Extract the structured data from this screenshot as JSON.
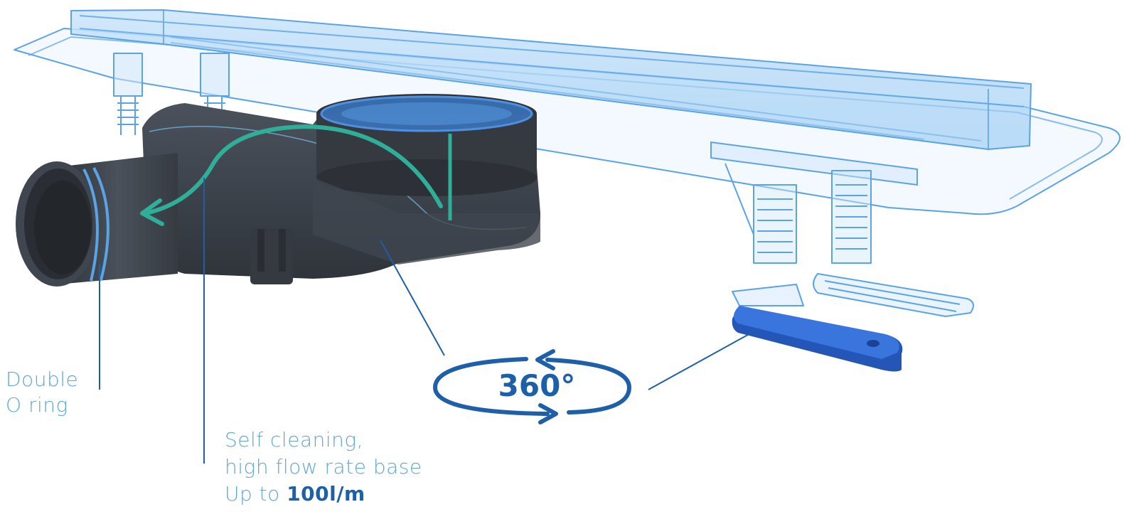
{
  "labels": {
    "double_o_ring": [
      "Double",
      "O ring"
    ],
    "self_cleaning": {
      "line1": "Self cleaning,",
      "line2": "high flow rate base",
      "line3_prefix": "Up to ",
      "line3_value": "100l/m"
    },
    "rotation": "360°"
  },
  "colors": {
    "label_text": "#5fa8d8",
    "accent_blue": "#1d5fa8",
    "ghost_blue": "#8cc4f0",
    "ghost_stroke": "#5aa3e6",
    "body_dark": "#3d434c",
    "flow_teal": "#2fae9a",
    "foot_blue": "#2f67d4"
  }
}
